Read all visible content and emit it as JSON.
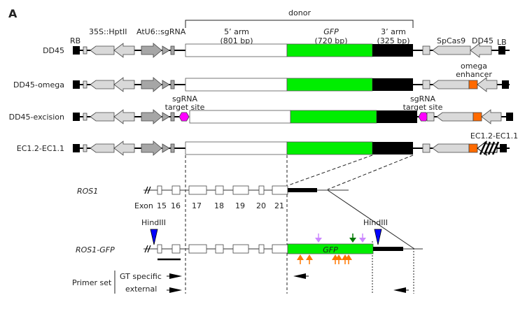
{
  "panel_label": "A",
  "donor": {
    "label": "donor",
    "arm5_name": "5’ arm",
    "arm5_size": "(801 bp)",
    "gfp_name": "GFP",
    "gfp_size": "(720 bp)",
    "arm3_name": "3’ arm",
    "arm3_size": "(325 bp)"
  },
  "element_labels": {
    "rb": "RB",
    "hpt": "35S::HptII",
    "sgrna": "AtU6::sgRNA",
    "cas9": "SpCas9",
    "dd45": "DD45",
    "lb": "LB",
    "omega_line1": "omega",
    "omega_line2": "enhancer",
    "target_line1": "sgRNA",
    "target_line2": "target site",
    "ec": "EC1.2-EC1.1"
  },
  "constructs": [
    {
      "name": "DD45"
    },
    {
      "name": "DD45-omega"
    },
    {
      "name": "DD45-excision"
    },
    {
      "name": "EC1.2-EC1.1"
    }
  ],
  "ros1": {
    "gene": "ROS1",
    "exon_prefix": "Exon",
    "exons": [
      "15",
      "16",
      "17",
      "18",
      "19",
      "20",
      "21"
    ]
  },
  "ros1_gfp": {
    "gene": "ROS1-GFP",
    "gfp_label": "GFP",
    "hind1": "HindIII",
    "hind2": "HindIII"
  },
  "primers": {
    "title": "Primer set",
    "gt": "GT specific",
    "ext": "external"
  },
  "colors": {
    "gfp": "#00ee00",
    "arm3": "#000000",
    "gray_light": "#d9d9d9",
    "gray_dark": "#a6a6a6",
    "omega": "#ff6a00",
    "target": "#ff00ff",
    "hindiii": "#0000ff",
    "violet": "#cc88ff",
    "green_arrow": "#007a00",
    "orange_arrow": "#ff7700"
  }
}
